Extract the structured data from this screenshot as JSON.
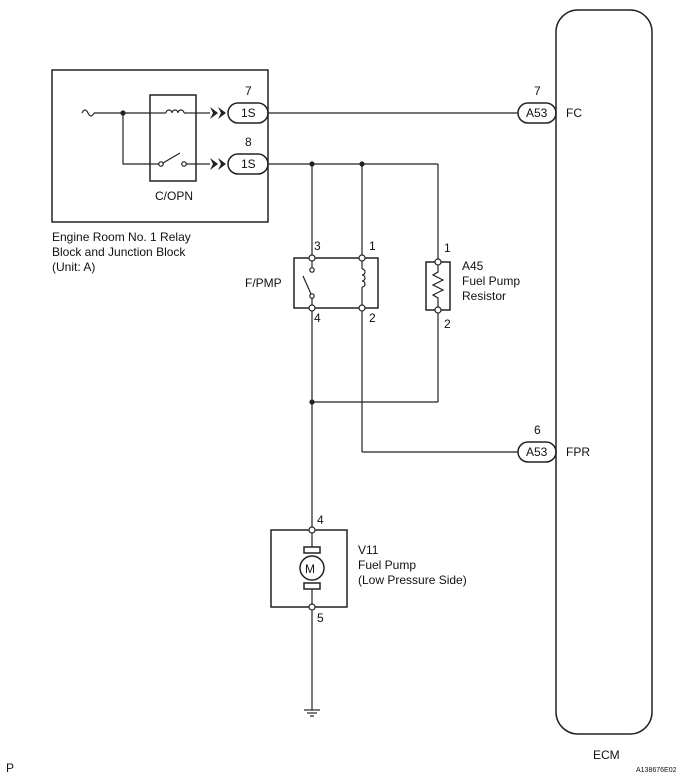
{
  "relay_block": {
    "title_lines": [
      "Engine Room No. 1 Relay",
      "Block and Junction Block",
      "(Unit: A)"
    ],
    "relay_label": "C/OPN",
    "connectors": [
      {
        "pin": "7",
        "code": "1S"
      },
      {
        "pin": "8",
        "code": "1S"
      }
    ]
  },
  "fpmp_relay": {
    "label": "F/PMP",
    "pins": {
      "switch_top": "3",
      "coil_top": "1",
      "switch_bottom": "4",
      "coil_bottom": "2"
    }
  },
  "resistor": {
    "code": "A45",
    "name_lines": [
      "Fuel Pump",
      "Resistor"
    ],
    "pins": {
      "top": "1",
      "bottom": "2"
    }
  },
  "fuel_pump": {
    "code": "V11",
    "name_lines": [
      "Fuel Pump",
      "(Low Pressure Side)"
    ],
    "motor_symbol": "M",
    "pins": {
      "top": "4",
      "bottom": "5"
    }
  },
  "ecm": {
    "label": "ECM",
    "terminals": [
      {
        "pin": "7",
        "connector": "A53",
        "signal": "FC"
      },
      {
        "pin": "6",
        "connector": "A53",
        "signal": "FPR"
      }
    ]
  },
  "footer": {
    "left_mark": "P",
    "figure_id": "A138676E02"
  }
}
